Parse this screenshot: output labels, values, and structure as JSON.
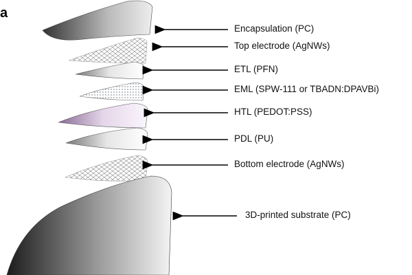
{
  "panel_label": "a",
  "layers": [
    {
      "name": "Encapsulation (PC)"
    },
    {
      "name": "Top electrode (AgNWs)"
    },
    {
      "name": "ETL (PFN)"
    },
    {
      "name": "EML (SPW-111 or TBADN:DPAVBi)"
    },
    {
      "name": "HTL (PEDOT:PSS)"
    },
    {
      "name": "PDL (PU)"
    },
    {
      "name": "Bottom electrode (AgNWs)"
    },
    {
      "name": "3D-printed substrate (PC)"
    }
  ],
  "colors": {
    "htl": "#d9c6e0",
    "substrate_dark": "#222222",
    "substrate_light": "#f2f2f2"
  }
}
